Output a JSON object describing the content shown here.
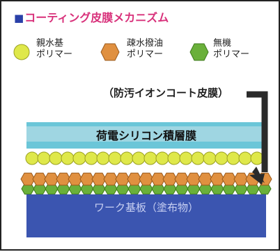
{
  "title": "コーティング皮膜メカニズム",
  "title_marker": "■",
  "legend": [
    {
      "line1": "親水基",
      "line2": "ポリマー",
      "color": "#dfe84a",
      "shape": "circle"
    },
    {
      "line1": "疎水撥油",
      "line2": "ポリマー",
      "color": "#e09040",
      "shape": "hexagon"
    },
    {
      "line1": "無機",
      "line2": "ポリマー",
      "color": "#6ab03a",
      "shape": "hexagon"
    }
  ],
  "coating_label": "（防汚イオンコート皮膜）",
  "layers": {
    "silicon": "荷電シリコン積層膜",
    "substrate": "ワーク基板（塗布物）"
  },
  "colors": {
    "title": "#d8307a",
    "cyan_band": "#6bc6d8",
    "silicon_band": "#9fd6e2",
    "substrate": "#3b55b0",
    "arrow": "#2a2a2a"
  }
}
